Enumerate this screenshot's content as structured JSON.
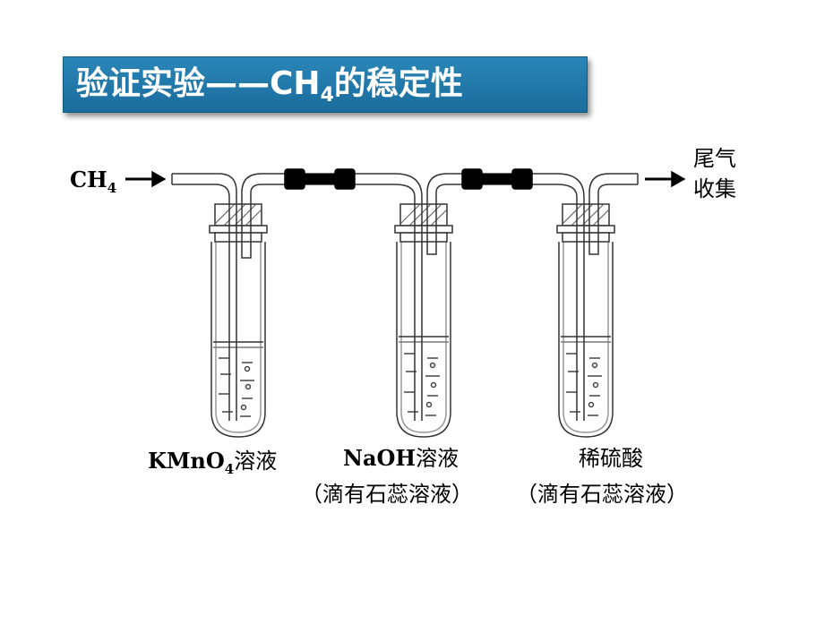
{
  "title": {
    "prefix": "验证实验——CH",
    "subscript": "4",
    "suffix": "的稳定性"
  },
  "inlet": {
    "formula": "CH",
    "subscript": "4"
  },
  "outlet": {
    "line1": "尾气",
    "line2": "收集"
  },
  "tubes": [
    {
      "name_formula": "KMnO",
      "name_subscript": "4",
      "name_suffix": "溶液",
      "note": ""
    },
    {
      "name_formula": "NaOH",
      "name_subscript": "",
      "name_suffix": "溶液",
      "note": "（滴有石蕊溶液）"
    },
    {
      "name_formula": "",
      "name_subscript": "",
      "name_suffix": "稀硫酸",
      "note": "（滴有石蕊溶液）"
    }
  ],
  "colors": {
    "title_bg": "#1f78a8",
    "title_text": "#ffffff",
    "connector": "#000000",
    "line": "#333333"
  }
}
